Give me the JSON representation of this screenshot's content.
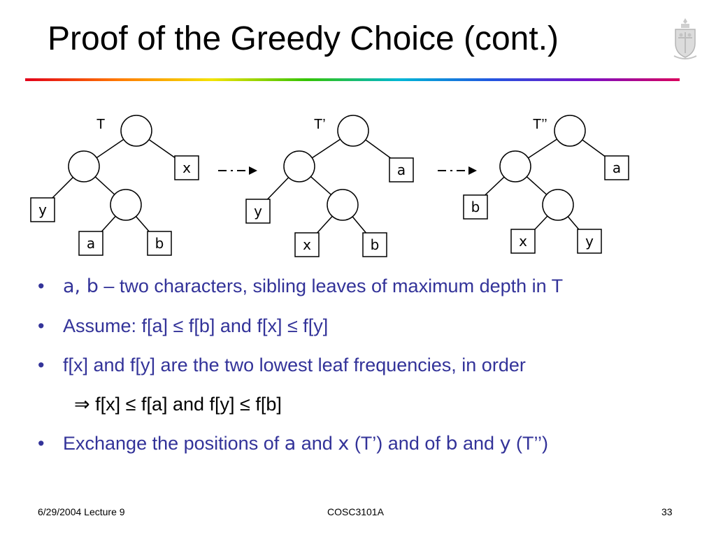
{
  "title": "Proof of the Greedy Choice (cont.)",
  "crest_icon": "university-crest-icon",
  "rule_colors": [
    "#e2001a",
    "#ff7a00",
    "#f4e300",
    "#35c400",
    "#00b7d6",
    "#2255e0",
    "#7a10c8",
    "#d9005c"
  ],
  "trees": [
    {
      "label": "T",
      "top_leaf": "x",
      "left_leaf": "y",
      "bottom_left": "a",
      "bottom_right": "b"
    },
    {
      "label": "T’",
      "top_leaf": "a",
      "left_leaf": "y",
      "bottom_left": "x",
      "bottom_right": "b"
    },
    {
      "label": "T’’",
      "top_leaf": "a",
      "left_leaf": "b",
      "bottom_left": "x",
      "bottom_right": "y"
    }
  ],
  "bullets": {
    "b1": {
      "chars": "a, b",
      "text": " – two characters, sibling leaves of maximum depth in T"
    },
    "b2": {
      "text": "Assume: f[a] ≤ f[b] and f[x] ≤ f[y]"
    },
    "b3": {
      "text": "f[x] and f[y] are the two lowest leaf frequencies, in order"
    },
    "b4": {
      "text": "⇒ f[x] ≤ f[a] and f[y] ≤ f[b]"
    },
    "b5": {
      "p1": "Exchange the positions of ",
      "c1": "a",
      "p2": " and ",
      "c2": "x",
      "p3": " (T’) and of ",
      "c3": "b",
      "p4": " and ",
      "c4": "y",
      "p5": " (T’’)"
    }
  },
  "footer": {
    "date_lecture": "6/29/2004 Lecture 9",
    "course": "COSC3101A",
    "page": "33"
  }
}
